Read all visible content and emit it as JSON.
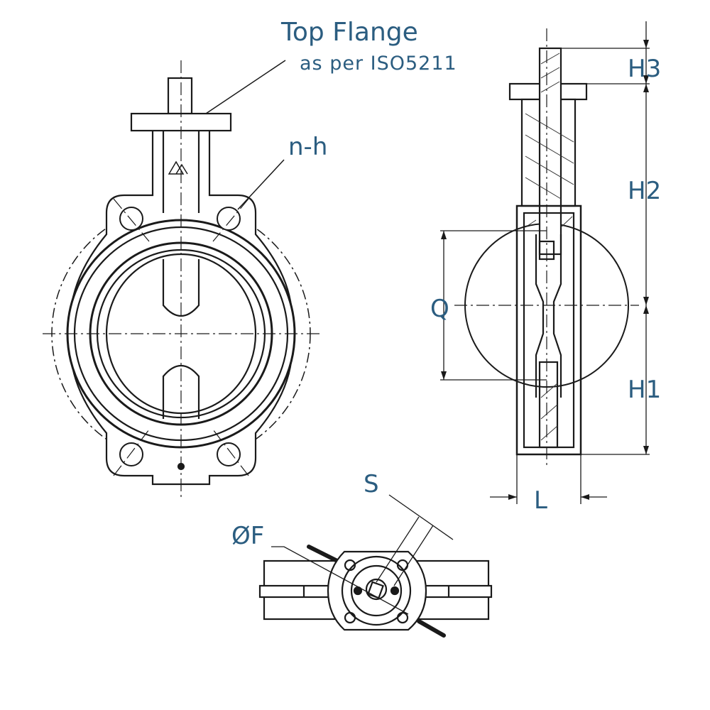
{
  "labels": {
    "top_flange": "Top Flange",
    "iso": "as per ISO5211",
    "n_h": "n-h",
    "h3": "H3",
    "h2": "H2",
    "h1": "H1",
    "q": "Q",
    "l": "L",
    "s": "S",
    "f": "ØF"
  },
  "colors": {
    "label": "#2b5d80",
    "line": "#1a1a1a"
  }
}
